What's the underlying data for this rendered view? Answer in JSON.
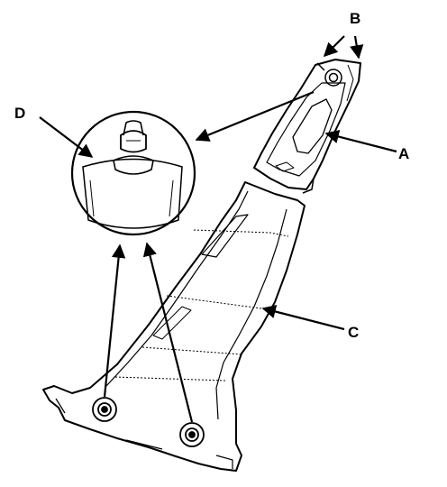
{
  "diagram": {
    "callouts": {
      "a": "A",
      "b": "B",
      "c": "C",
      "d": "D"
    },
    "colors": {
      "line": "#000000",
      "background": "#ffffff"
    }
  }
}
